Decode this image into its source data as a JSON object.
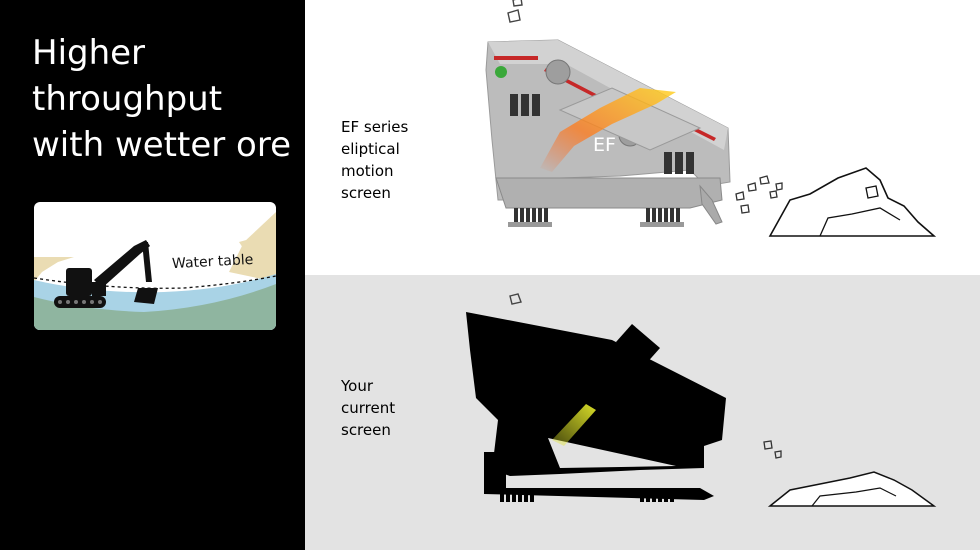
{
  "headline": {
    "lines": [
      "Higher",
      "throughput",
      "with wetter ore"
    ]
  },
  "inset": {
    "water_label": "Water table"
  },
  "ef_section": {
    "label_lines": [
      "EF series",
      "eliptical",
      "motion",
      "screen"
    ],
    "machine_badge": "EF"
  },
  "current_section": {
    "label_lines": [
      "Your",
      "current",
      "screen"
    ]
  },
  "colors": {
    "background_left": "#000000",
    "background_bottom": "#e3e3e3",
    "machine_grey": "#bdbdbd",
    "accent_red": "#c62828",
    "flow_orange": "#ff7a1a",
    "flow_yellow": "#e3e82a",
    "water_blue": "#a9d3e6",
    "ground_green": "#8fb5a0",
    "soil_tan": "#eadcb3"
  }
}
